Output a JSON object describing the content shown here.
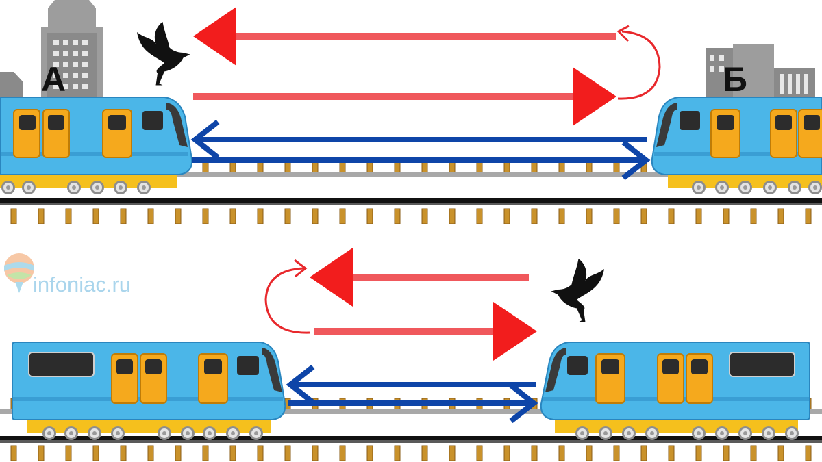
{
  "stations": {
    "left_label": "А",
    "right_label": "Б"
  },
  "watermark": {
    "text": "infoniac.ru",
    "icon": "balloon-logo-icon"
  },
  "colors": {
    "bird_path": "#f0585c",
    "bird_arrowhead": "#f21d1d",
    "turnaround": "#e8282c",
    "train_path": "#0e45a8",
    "train_body": "#4bb6e8",
    "train_door": "#f5a91d",
    "rail": "#9b9b9b",
    "sleeper": "#c9922b",
    "building": "#7a7a7a"
  },
  "icons": [
    "bird-icon",
    "train-icon",
    "arrow-icon",
    "u-turn-icon",
    "city-buildings-icon",
    "railway-track-icon"
  ]
}
